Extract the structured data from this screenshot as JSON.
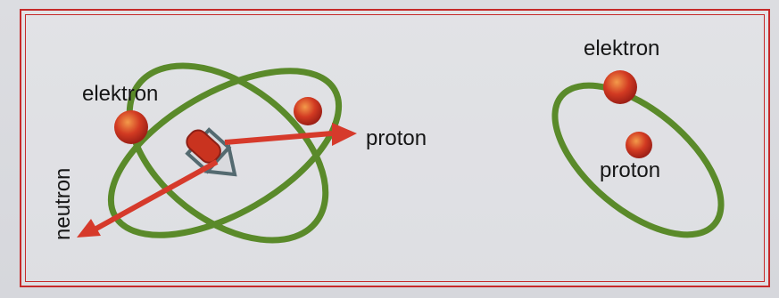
{
  "labels": {
    "left_electron": "elektron",
    "left_proton": "proton",
    "left_neutron": "neutron",
    "right_electron": "elektron",
    "right_proton": "proton"
  },
  "colors": {
    "border": "#c62a2a",
    "orbit": "#5a8a2a",
    "particle": "#c9331f",
    "arrow": "#d63a2b",
    "nucleus_outline": "#546a70"
  }
}
